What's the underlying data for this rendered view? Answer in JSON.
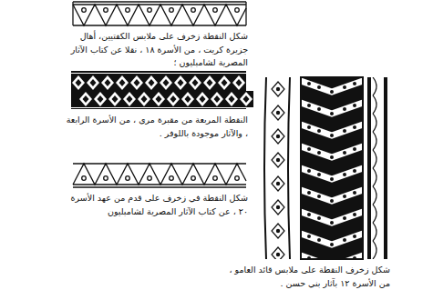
{
  "diagram": {
    "labels": [
      "شكل النقطة زخرف على ملابس الكفتيين، أهال جزيرة كريت ، من الأسرة ١٨ ، نقلا عن كتاب الآثار المصرية لشامبليون ؛",
      "النقطة المربعة من مقبرة مرى ، من الأسرة الرابعة ، والآثار موجودة باللوفر .",
      "شكل النقطة في زخرف على قدم من عهد الأسرة ٢٠ ، عن كتاب الآثار المصرية لشامبليون",
      "شكل زخرف النقطة على ملابس قائد العامو ، من الأسرة ١٢ بآثار بني حسن ."
    ]
  }
}
